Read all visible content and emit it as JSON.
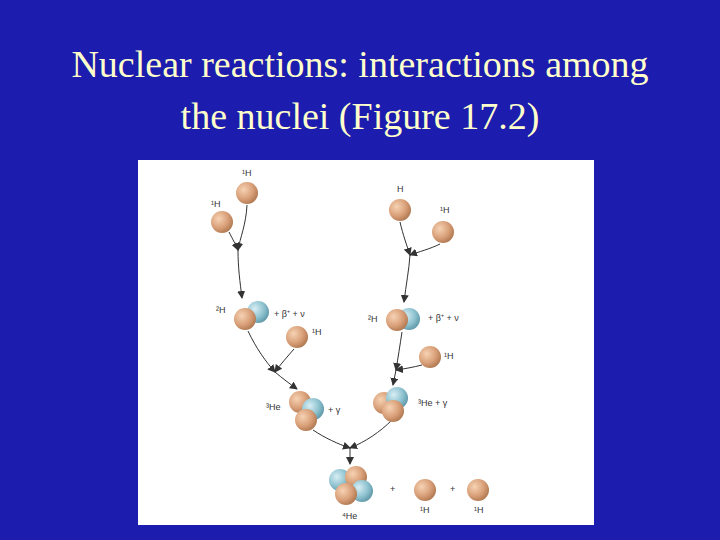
{
  "diagram": {
    "title": "Nuclear reactions: interactions among the nuclei (Figure 17.2)",
    "labels": [
      "¹H",
      "H",
      "¹H",
      "¹H",
      "²H",
      "+ β⁺ + ν",
      "²H",
      "+ β⁺ + ν",
      "¹H",
      "¹H",
      "³He + γ",
      "³He",
      "+ γ",
      "+",
      "+",
      "⁴He",
      "¹H",
      "¹H"
    ]
  }
}
